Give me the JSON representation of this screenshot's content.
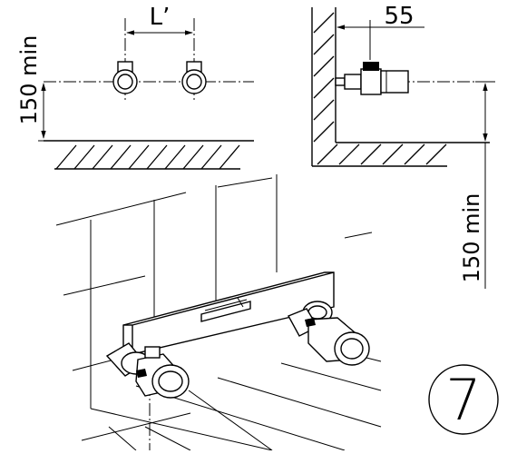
{
  "front_view": {
    "spacing_label": "L’",
    "height_label": "150 min"
  },
  "side_view": {
    "offset_label": "55",
    "height_label": "150 min"
  },
  "step": {
    "number": "7"
  }
}
